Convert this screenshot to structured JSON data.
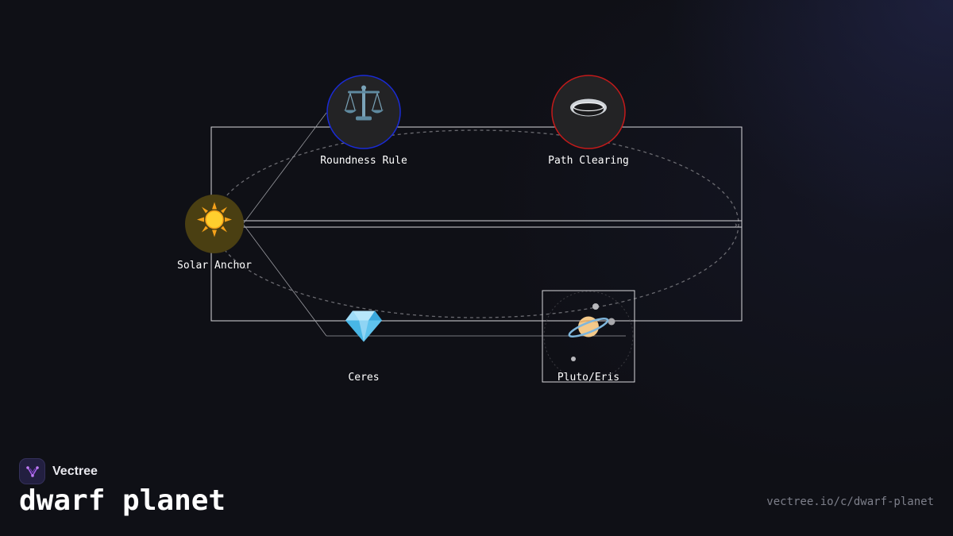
{
  "diagram": {
    "nodes": [
      {
        "id": "solar",
        "label": "Solar Anchor",
        "icon": "sun-icon"
      },
      {
        "id": "roundness",
        "label": "Roundness Rule",
        "icon": "balance-scale-icon"
      },
      {
        "id": "path",
        "label": "Path Clearing",
        "icon": "ring-icon"
      },
      {
        "id": "ceres",
        "label": "Ceres",
        "icon": "gem-icon"
      },
      {
        "id": "pluto",
        "label": "Pluto/Eris",
        "icon": "ringed-planet-icon"
      }
    ],
    "colors": {
      "roundness_border": "#1a2bd6",
      "path_border": "#c41a1a",
      "solar_fill": "#4a3f12",
      "orbit": "#6a6a70",
      "box": "#d8d8dc"
    }
  },
  "brand": {
    "name": "Vectree",
    "logo_icon": "vectree-logo-icon"
  },
  "page": {
    "title": "dwarf planet",
    "url": "vectree.io/c/dwarf-planet"
  }
}
